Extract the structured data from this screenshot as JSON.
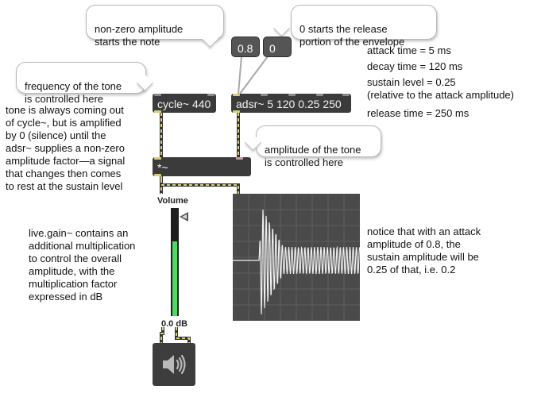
{
  "bubbles": {
    "nonzero": "non-zero amplitude\nstarts the note",
    "zero": "0 starts the release\nportion of the envelope",
    "frequency": "frequency of the tone\nis controlled here",
    "amplitude": "amplitude of the tone\nis controlled here"
  },
  "comments": {
    "attack": "attack time = 5 ms",
    "decay": "decay time = 120 ms",
    "sustain": "sustain level = 0.25\n(relative to the attack amplitude)",
    "release": "release time = 250 ms",
    "tone": "tone is always coming out\nof cycle~, but is amplified\nby 0 (silence) until the\nadsr~ supplies a non-zero\namplitude factor—a signal\nthat changes then comes\nto rest at the sustain level",
    "livegain": "live.gain~ contains an\nadditional multiplication\nto control the overall\namplitude, with the\nmultiplication factor\nexpressed in dB",
    "notice": "notice that with an attack\namplitude of 0.8, the\nsustain amplitude will be\n0.25 of that, i.e. 0.2"
  },
  "messages": {
    "attack_value": "0.8",
    "zero_value": "0"
  },
  "objects": {
    "cycle": "cycle~ 440",
    "adsr": "adsr~ 5 120 0.25 250",
    "multiply": "*~"
  },
  "gain": {
    "label": "Volume",
    "value_text": "0.0 dB",
    "level": 1.0
  },
  "icons": {
    "speaker": "speaker-icon"
  },
  "colors": {
    "object_bg": "#3b3b3b",
    "meter": "#4cd964",
    "cord": "#a8a8a8",
    "signal_cord": "#c9c25a"
  }
}
